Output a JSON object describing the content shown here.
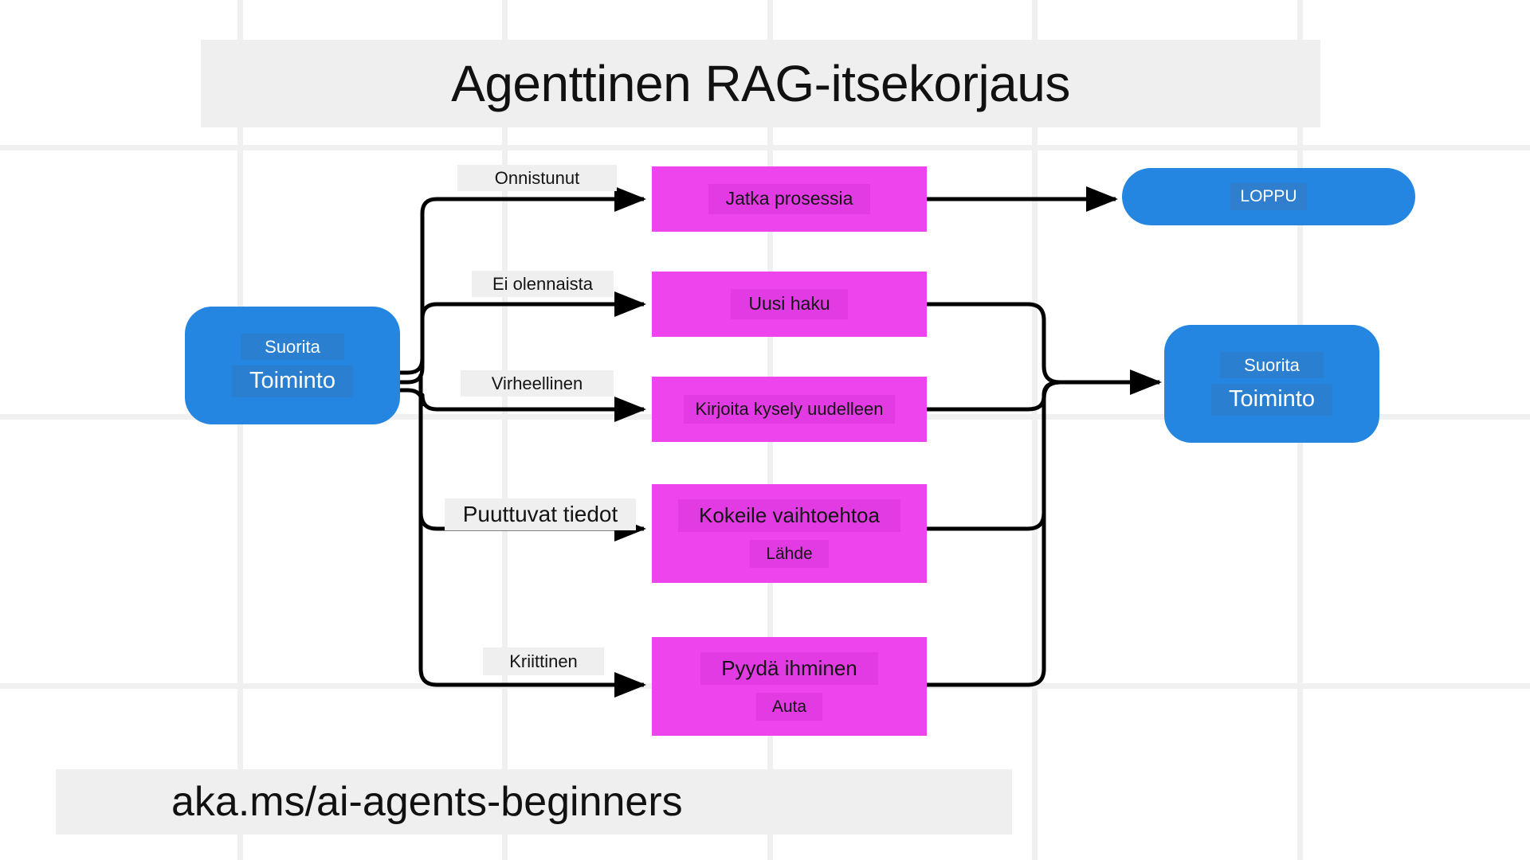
{
  "title": "Agenttinen RAG-itsekorjaus",
  "footer": "aka.ms/ai-agents-beginners",
  "colors": {
    "blue_node": "#2486e0",
    "magenta_node": "#ee44ee",
    "magenta_text_highlight": "#e33be3",
    "banner_bg": "#efefef",
    "grid_line": "#f0f0f0",
    "edge_stroke": "#000000",
    "page_bg": "#ffffff"
  },
  "nodes": {
    "start": {
      "kind": "blue-rounded-rect",
      "line1": "Suorita",
      "line2": "Toiminto"
    },
    "end": {
      "kind": "blue-pill",
      "label": "LOPPU"
    },
    "retry": {
      "kind": "blue-rounded-rect",
      "line1": "Suorita",
      "line2": "Toiminto"
    },
    "continue": {
      "kind": "magenta-rect",
      "line1": "Jatka prosessia"
    },
    "new_search": {
      "kind": "magenta-rect",
      "line1": "Uusi haku"
    },
    "rewrite": {
      "kind": "magenta-rect",
      "line1": "Kirjoita kysely uudelleen"
    },
    "alternative": {
      "kind": "magenta-rect",
      "line1": "Kokeile vaihtoehtoa",
      "line2": "Lähde"
    },
    "human": {
      "kind": "magenta-rect",
      "line1": "Pyydä ihminen",
      "line2": "Auta"
    }
  },
  "edge_labels": {
    "success": "Onnistunut",
    "not_relevant": "Ei olennaista",
    "incorrect": "Virheellinen",
    "missing_info": "Puuttuvat tiedot",
    "critical": "Kriittinen"
  },
  "chart_data": {
    "type": "diagram",
    "title": "Agenttinen RAG-itsekorjaus",
    "diagram_kind": "flowchart",
    "direction": "left-to-right",
    "node_list": [
      {
        "id": "start",
        "label": "Suorita Toiminto",
        "shape": "rounded-rect",
        "color": "#2486e0"
      },
      {
        "id": "continue",
        "label": "Jatka prosessia",
        "shape": "rect",
        "color": "#ee44ee"
      },
      {
        "id": "new_search",
        "label": "Uusi haku",
        "shape": "rect",
        "color": "#ee44ee"
      },
      {
        "id": "rewrite",
        "label": "Kirjoita kysely uudelleen",
        "shape": "rect",
        "color": "#ee44ee"
      },
      {
        "id": "alternative",
        "label": "Kokeile vaihtoehtoa Lähde",
        "shape": "rect",
        "color": "#ee44ee"
      },
      {
        "id": "human",
        "label": "Pyydä ihminen Auta",
        "shape": "rect",
        "color": "#ee44ee"
      },
      {
        "id": "end",
        "label": "LOPPU",
        "shape": "pill",
        "color": "#2486e0"
      },
      {
        "id": "retry",
        "label": "Suorita Toiminto",
        "shape": "rounded-rect",
        "color": "#2486e0"
      }
    ],
    "edge_list": [
      {
        "from": "start",
        "to": "continue",
        "label": "Onnistunut"
      },
      {
        "from": "start",
        "to": "new_search",
        "label": "Ei olennaista"
      },
      {
        "from": "start",
        "to": "rewrite",
        "label": "Virheellinen"
      },
      {
        "from": "start",
        "to": "alternative",
        "label": "Puuttuvat tiedot"
      },
      {
        "from": "start",
        "to": "human",
        "label": "Kriittinen"
      },
      {
        "from": "continue",
        "to": "end",
        "label": ""
      },
      {
        "from": "new_search",
        "to": "retry",
        "label": ""
      },
      {
        "from": "rewrite",
        "to": "retry",
        "label": ""
      },
      {
        "from": "alternative",
        "to": "retry",
        "label": ""
      },
      {
        "from": "human",
        "to": "retry",
        "label": ""
      }
    ],
    "footer": "aka.ms/ai-agents-beginners"
  }
}
